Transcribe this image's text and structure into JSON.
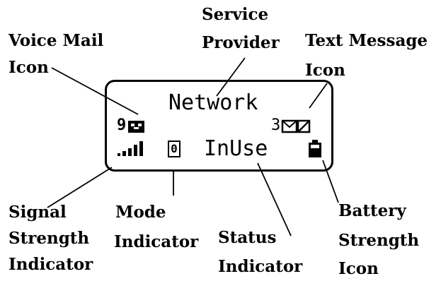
{
  "display": {
    "network": "Network",
    "voicemail_count": "9",
    "message_count": "3",
    "mode_digit": "0",
    "status_text": "InUse"
  },
  "labels": {
    "service_provider": [
      "Service",
      "Provider"
    ],
    "voice_mail_icon": [
      "Voice Mail",
      "Icon"
    ],
    "text_message_icon": [
      "Text Message",
      "Icon"
    ],
    "signal_strength_indicator": [
      "Signal",
      "Strength",
      "Indicator"
    ],
    "mode_indicator": [
      "Mode",
      "Indicator"
    ],
    "status_indicator": [
      "Status",
      "Indicator"
    ],
    "battery_strength_icon": [
      "Battery",
      "Strength",
      "Icon"
    ]
  }
}
